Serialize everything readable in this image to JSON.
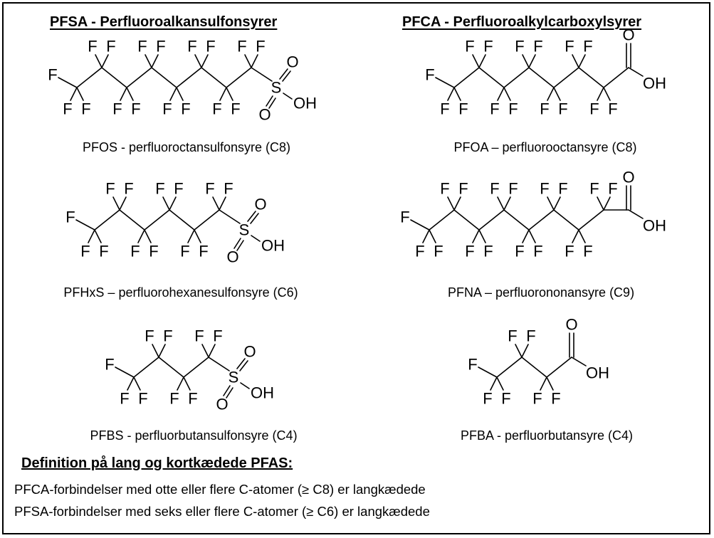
{
  "headings": {
    "pfsa": "PFSA - Perfluoroalkansulfonsyrer",
    "pfca": "PFCA - Perfluoroalkylcarboxylsyrer"
  },
  "molecules": [
    {
      "id": "pfos",
      "caption": "PFOS - perfluoroctansulfonsyre (C8)",
      "chain_carbons": 8,
      "head_group": "sulfonic"
    },
    {
      "id": "pfoa",
      "caption": "PFOA – perfluorooctansyre (C8)",
      "chain_carbons": 7,
      "head_group": "carboxylic"
    },
    {
      "id": "pfhxs",
      "caption": "PFHxS – perfluorohexanesulfonsyre (C6)",
      "chain_carbons": 6,
      "head_group": "sulfonic"
    },
    {
      "id": "pfna",
      "caption": "PFNA – perfluorononansyre (C9)",
      "chain_carbons": 8,
      "head_group": "carboxylic"
    },
    {
      "id": "pfbs",
      "caption": "PFBS - perfluorbutansulfonsyre (C4)",
      "chain_carbons": 4,
      "head_group": "sulfonic"
    },
    {
      "id": "pfba",
      "caption": "PFBA - perfluorbutansyre (C4)",
      "chain_carbons": 3,
      "head_group": "carboxylic"
    }
  ],
  "atom_labels": {
    "fluorine": "F",
    "oxygen": "O",
    "sulfur": "S",
    "hydroxyl": "OH"
  },
  "definition": {
    "heading": "Definition på lang og kortkædede PFAS:",
    "lines": [
      "PFCA-forbindelser med otte eller flere C-atomer (≥ C8) er langkædede",
      "PFSA-forbindelser med seks eller flere C-atomer (≥ C6) er langkædede"
    ]
  }
}
